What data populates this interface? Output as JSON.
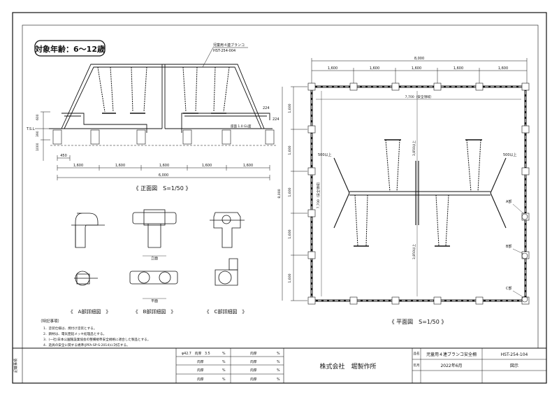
{
  "target_age_label": "対象年齢：6～12歳",
  "product_label": "児童用４連ブランコ",
  "product_code_label": "HST-254-004",
  "front_view": {
    "caption": "《 正面図　S=1/50 》",
    "total_width": "6,000",
    "spans": [
      "1,600",
      "1,600",
      "1,600",
      "1,600",
      "1,600"
    ],
    "dim_small": "450",
    "dim_224a": "224",
    "dim_224b": "224",
    "left_ref_label": "T.S.L",
    "seat_note": "座面 1.0 GL面",
    "left_dims": [
      "600",
      "390",
      "1000"
    ]
  },
  "plan_view": {
    "caption": "《 平面図　S=1/50 》",
    "total_width": "8,000",
    "spans": [
      "1,600",
      "1,600",
      "1,600",
      "1,600",
      "1,600"
    ],
    "safety_width": "7,700（安全領域）",
    "center_dim_top": "3,850以上",
    "center_dim_bottom": "3,850以上",
    "left_note": "500以上",
    "right_note": "500以上",
    "left_side_dims": [
      "1,600",
      "1,600",
      "1,600",
      "1,600",
      "1,600"
    ],
    "total_height": "8,000",
    "safety_height": "7,700（安全領域）",
    "part_labels": [
      "A部",
      "B部",
      "C部"
    ]
  },
  "details": {
    "a_caption": "《　A部詳細図　》",
    "b_caption": "《　B部詳細図　》",
    "c_caption": "《　C部詳細図　》",
    "elevation_label": "立面",
    "plan_label": "平面"
  },
  "notes": {
    "title": "（特記事項）",
    "lines": [
      "1．塗装仕様は、焼付け塗装とする。",
      "2．鋼材は、電気亜鉛メッキ処理品とする。",
      "3．(一社)日本公園施設業協会の整備規準安全規格に適合した製品とする。",
      "4．遊具の安全に関する規準(JPFA-SP-S:2014)に対応する。"
    ]
  },
  "title_block": {
    "left_label": "記載事項",
    "pipe_spec": "φ42.7　肉厚　3.5",
    "wall_unit": "%",
    "wall_label": "肉厚",
    "company": "株式会社　堀製作所",
    "name_label": "品名",
    "product_name": "児童用４連ブランコ安全柵",
    "drawing_no": "HST-254-104",
    "date_label": "年月",
    "date": "2022年6月",
    "figure_label": "図示"
  }
}
